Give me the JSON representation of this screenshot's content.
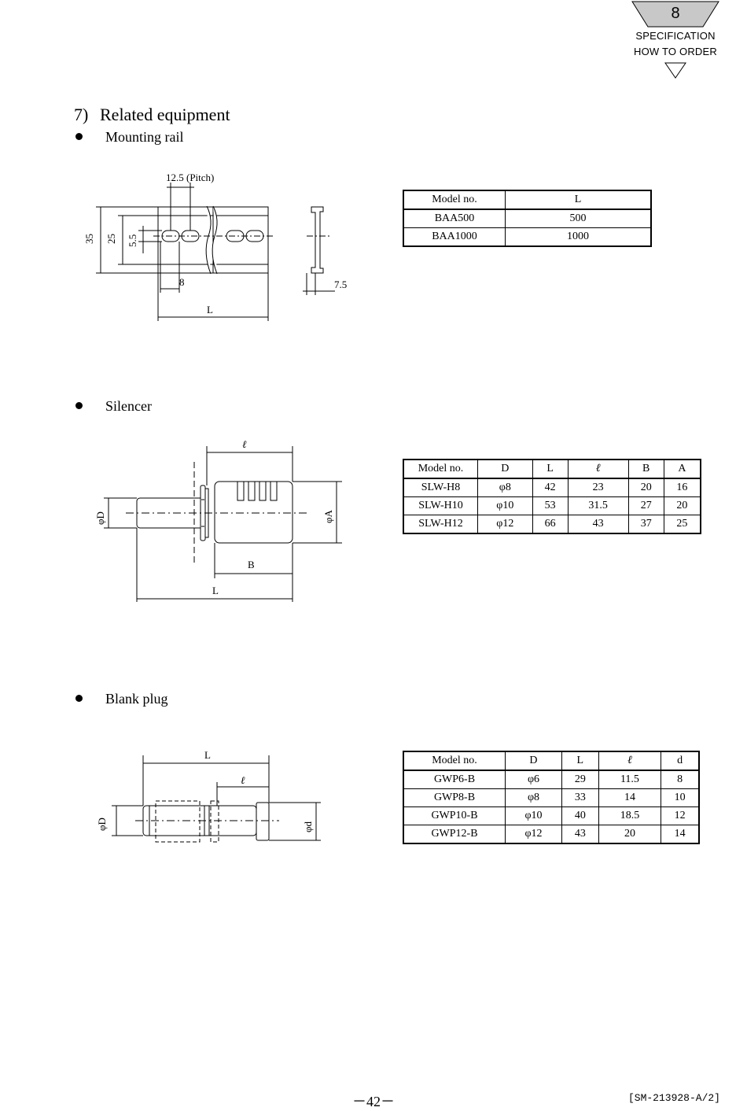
{
  "badge": {
    "number": "8",
    "line1": "SPECIFICATION",
    "line2": "HOW TO ORDER"
  },
  "section": {
    "number": "7)",
    "title": "Related equipment"
  },
  "mounting_rail": {
    "heading": "Mounting rail",
    "drawing_labels": {
      "pitch": "12.5 (Pitch)",
      "h35": "35",
      "h25": "25",
      "h55": "5.5",
      "w8": "8",
      "L": "L",
      "t75": "7.5"
    },
    "table": {
      "headers": [
        "Model no.",
        "L"
      ],
      "rows": [
        [
          "BAA500",
          "500"
        ],
        [
          "BAA1000",
          "1000"
        ]
      ]
    }
  },
  "silencer": {
    "heading": "Silencer",
    "drawing_labels": {
      "ell": "ℓ",
      "phiD": "φD",
      "phiA": "φA",
      "B": "B",
      "L": "L"
    },
    "table": {
      "headers": [
        "Model no.",
        "D",
        "L",
        "ℓ",
        "B",
        "A"
      ],
      "rows": [
        [
          "SLW-H8",
          "φ8",
          "42",
          "23",
          "20",
          "16"
        ],
        [
          "SLW-H10",
          "φ10",
          "53",
          "31.5",
          "27",
          "20"
        ],
        [
          "SLW-H12",
          "φ12",
          "66",
          "43",
          "37",
          "25"
        ]
      ]
    }
  },
  "blank_plug": {
    "heading": "Blank plug",
    "drawing_labels": {
      "L": "L",
      "ell": "ℓ",
      "phiD": "φD",
      "phid": "φd"
    },
    "table": {
      "headers": [
        "Model no.",
        "D",
        "L",
        "ℓ",
        "d"
      ],
      "rows": [
        [
          "GWP6-B",
          "φ6",
          "29",
          "11.5",
          "8"
        ],
        [
          "GWP8-B",
          "φ8",
          "33",
          "14",
          "10"
        ],
        [
          "GWP10-B",
          "φ10",
          "40",
          "18.5",
          "12"
        ],
        [
          "GWP12-B",
          "φ12",
          "43",
          "20",
          "14"
        ]
      ]
    }
  },
  "footer": {
    "page": "－42－",
    "code": "[SM-213928-A/2]"
  }
}
